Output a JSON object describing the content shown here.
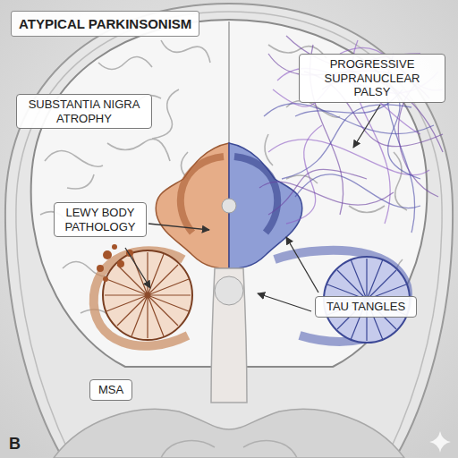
{
  "diagram": {
    "title": "ATYPICAL PARKINSONISM",
    "nodes": [
      {
        "text": [
          "PROGRESSIVE SUPRANUCLEAR PALSY"
        ]
      },
      {
        "text": [
          "SUBSTANTIA NIGRA ATROPHY"
        ]
      },
      {
        "text": [
          "LEWY BODY PATHOLOGY"
        ]
      },
      {
        "text": [
          "TAU TANGLES"
        ]
      },
      {
        "text": [
          "MSA"
        ]
      }
    ],
    "labels": [
      "B"
    ]
  }
}
